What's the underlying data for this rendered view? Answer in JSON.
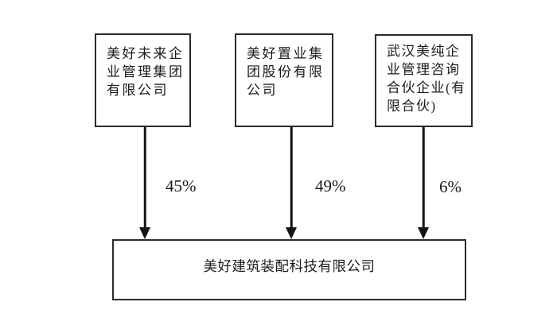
{
  "diagram": {
    "title": "equity-structure",
    "shareholders": [
      {
        "name": "美好未来企业管理集团有限公司",
        "lines": [
          "美好未来企",
          "业管理集团",
          "有限公司"
        ],
        "ownership": "45%"
      },
      {
        "name": "美好置业集团股份有限公司",
        "lines": [
          "美好置业集",
          "团股份有限",
          "公司"
        ],
        "ownership": "49%"
      },
      {
        "name": "武汉美纯企业管理咨询合伙企业(有限合伙)",
        "lines": [
          "武汉美纯企",
          "业管理咨询",
          "合伙企业(有",
          "限合伙)"
        ],
        "ownership": "6%"
      }
    ],
    "subsidiary": {
      "name": "美好建筑装配科技有限公司"
    }
  },
  "colors": {
    "background": "#ffffff",
    "line": "#2b2b2b",
    "text": "#1c1c1c"
  }
}
